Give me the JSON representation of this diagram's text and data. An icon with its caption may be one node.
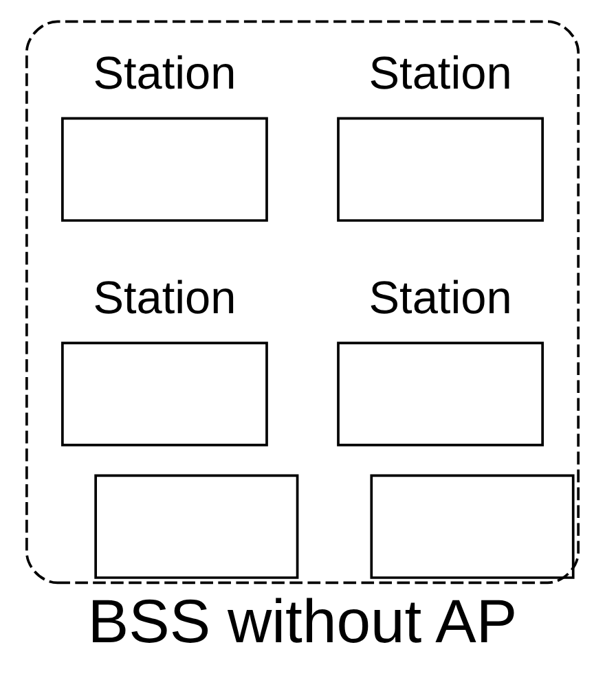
{
  "diagram": {
    "caption": "BSS without AP",
    "nodes": [
      {
        "text": [],
        "shape": "box"
      },
      {
        "text": [
          "Station"
        ],
        "in": 0
      },
      {
        "text": [
          "Station"
        ],
        "in": 0
      },
      {
        "text": [],
        "shape": "box",
        "in": 0
      },
      {
        "text": [],
        "shape": "box",
        "in": 0
      },
      {
        "text": [
          "Station"
        ],
        "in": 0
      },
      {
        "text": [
          "Station"
        ],
        "in": 0
      }
    ]
  }
}
